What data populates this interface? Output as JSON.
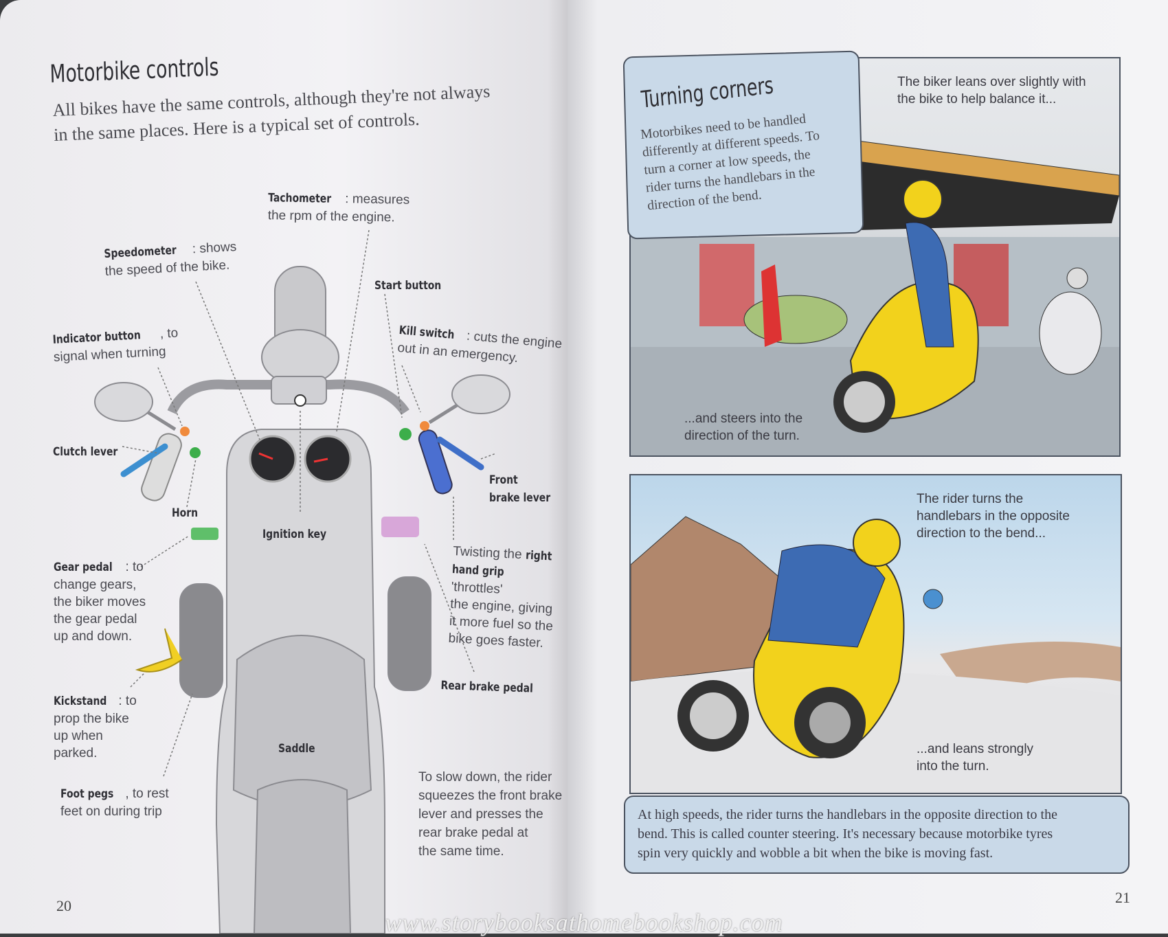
{
  "left_page": {
    "title": "Motorbike controls",
    "intro_line1": "All bikes have the same controls, although they're not always",
    "intro_line2": "in the same places. Here is a typical set of controls.",
    "labels": {
      "tachometer_term": "Tachometer",
      "tachometer_desc1": ": measures",
      "tachometer_desc2": "the rpm of the engine.",
      "speedometer_term": "Speedometer",
      "speedometer_desc1": ": shows",
      "speedometer_desc2": "the speed of the bike.",
      "start_button": "Start button",
      "kill_switch_term": "Kill switch",
      "kill_switch_desc1": ": cuts the engine",
      "kill_switch_desc2": "out in an emergency.",
      "indicator_term": "Indicator button",
      "indicator_desc1": ", to",
      "indicator_desc2": "signal when turning",
      "clutch_lever": "Clutch lever",
      "front_brake_1": "Front",
      "front_brake_2": "brake lever",
      "horn": "Horn",
      "ignition_key": "Ignition key",
      "gear_pedal_term": "Gear pedal",
      "gear_pedal_desc": [
        ": to",
        "change gears,",
        "the biker moves",
        "the gear pedal",
        "up and down."
      ],
      "throttle": [
        "Twisting the ",
        "right",
        "hand grip",
        " 'throttles'",
        "the engine, giving",
        "it more fuel so the",
        "bike goes faster."
      ],
      "rear_brake_pedal": "Rear brake pedal",
      "kickstand_term": "Kickstand",
      "kickstand_desc": [
        ": to",
        "prop the bike",
        "up when",
        "parked."
      ],
      "saddle": "Saddle",
      "foot_pegs_term": "Foot pegs",
      "foot_pegs_desc1": ", to rest",
      "foot_pegs_desc2": "feet on during trip",
      "slow_down": [
        "To slow down, the rider",
        "squeezes the front brake",
        "lever and presses the",
        "rear brake pedal at",
        "the same time."
      ]
    },
    "page_number": "20"
  },
  "right_page": {
    "box_title": "Turning corners",
    "box_text": [
      "Motorbikes need to be handled",
      "differently at different speeds. To",
      "turn a corner at low speeds, the",
      "rider turns the handlebars in the",
      "direction of the bend."
    ],
    "panel1_top": [
      "The biker leans over slightly with",
      "the bike to help balance it..."
    ],
    "panel1_bottom": [
      "...and steers into the",
      "direction of the turn."
    ],
    "panel2_top": [
      "The rider turns the",
      "handlebars in the opposite",
      "direction to the bend..."
    ],
    "panel2_bottom": [
      "...and leans strongly",
      "into the turn."
    ],
    "bottom_caption": [
      "At high speeds, the rider turns the handlebars in the opposite direction to the",
      "bend. This is called counter steering. It's necessary because motorbike tyres",
      "spin very quickly and wobble a bit when the bike is moving fast."
    ],
    "page_number": "21"
  },
  "watermark": "www.storybooksathomebookshop.com",
  "colors": {
    "caption_box": "#c9d9e8",
    "bike_yellow": "#f2d21c",
    "rider_blue": "#3d6bb3",
    "clutch_blue": "#3c8fd0",
    "brake_blue": "#3f6fc8"
  }
}
